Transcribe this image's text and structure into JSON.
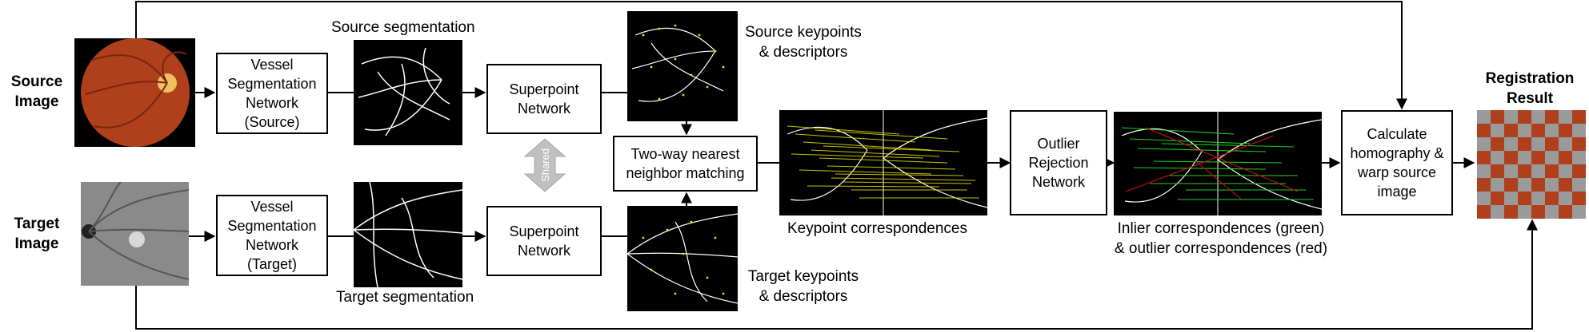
{
  "labels": {
    "source_image": "Source\nImage",
    "target_image": "Target\nImage",
    "source_segmentation": "Source segmentation",
    "target_segmentation": "Target segmentation",
    "source_keypoints": "Source keypoints\n& descriptors",
    "target_keypoints": "Target keypoints\n& descriptors",
    "keypoint_correspondences": "Keypoint correspondences",
    "inlier_outlier": "Inlier correspondences (green)\n& outlier correspondences (red)",
    "registration_result": "Registration\nResult",
    "shared": "Shared"
  },
  "boxes": {
    "vessel_seg_source": "Vessel\nSegmentation\nNetwork\n(Source)",
    "vessel_seg_target": "Vessel\nSegmentation\nNetwork\n(Target)",
    "superpoint_source": "Superpoint\nNetwork",
    "superpoint_target": "Superpoint\nNetwork",
    "matching": "Two-way nearest\nneighbor matching",
    "outlier_rejection": "Outlier\nRejection\nNetwork",
    "homography": "Calculate\nhomography &\nwarp source\nimage"
  },
  "colors": {
    "fundus": "#b0401c",
    "infrared": "#8a8a8a",
    "vessel": "#ffffff",
    "keypoint": "#e6e600",
    "inlier": "#22cc22",
    "outlier": "#cc1111",
    "shared_arrow": "#c0c0c0"
  }
}
